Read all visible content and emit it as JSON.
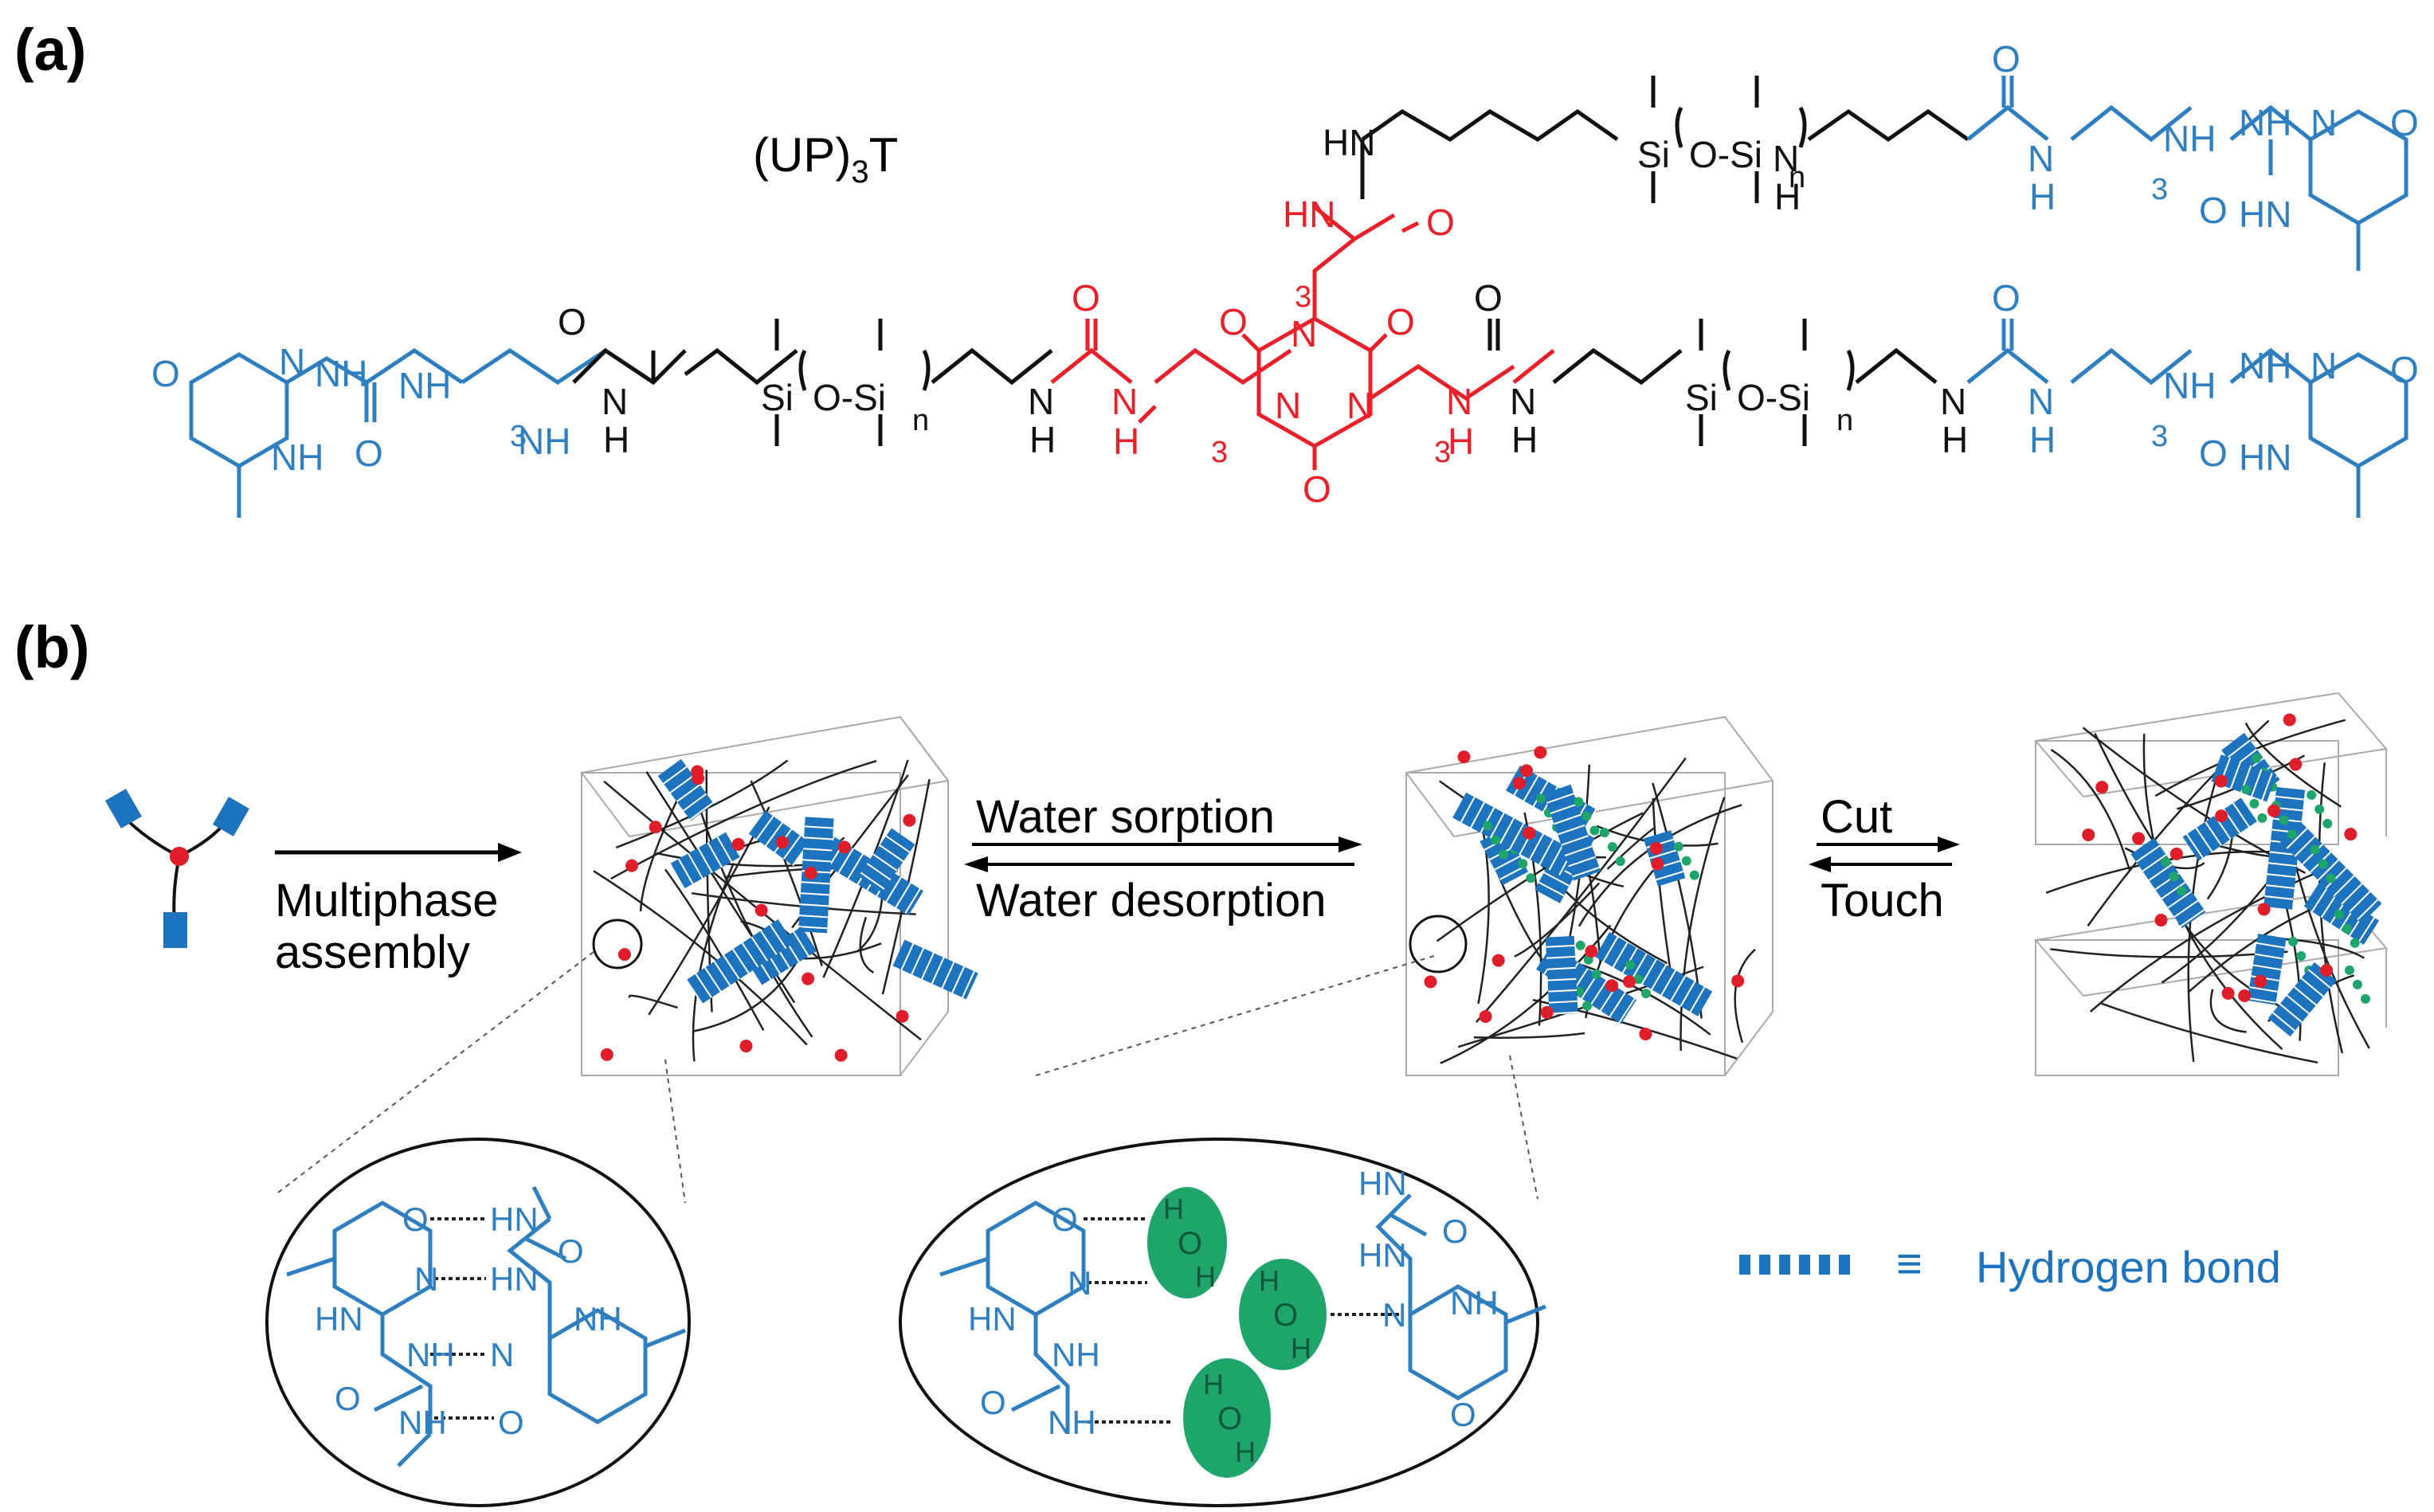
{
  "panels": {
    "a": "(a)",
    "b": "(b)"
  },
  "colors": {
    "end_group": "#2f7fc0",
    "core": "#e8202a",
    "backbone": "#111111",
    "water": "#1fa56a",
    "crosslink": "#e01e2a",
    "stack": "#1e73be"
  },
  "molecule": {
    "name_main": "(UP)",
    "name_sub": "3",
    "name_tail": "T",
    "atoms": {
      "O": "O",
      "N": "N",
      "NH": "NH",
      "HN": "HN",
      "H": "H",
      "Si": "Si",
      "O_Si": "O-Si",
      "n": "n",
      "three": "3"
    }
  },
  "process": {
    "step1": {
      "line1": "Multiphase",
      "line2": "assembly"
    },
    "step2": {
      "forward": "Water sorption",
      "reverse": "Water desorption"
    },
    "step3": {
      "forward": "Cut",
      "reverse": "Touch"
    }
  },
  "legend": {
    "symbol": "≡",
    "label": "Hydrogen bond"
  },
  "icons": [
    "three-arm-precursor-icon",
    "network-cube-icon",
    "water-molecule-icon",
    "hydrogen-bond-icon"
  ]
}
